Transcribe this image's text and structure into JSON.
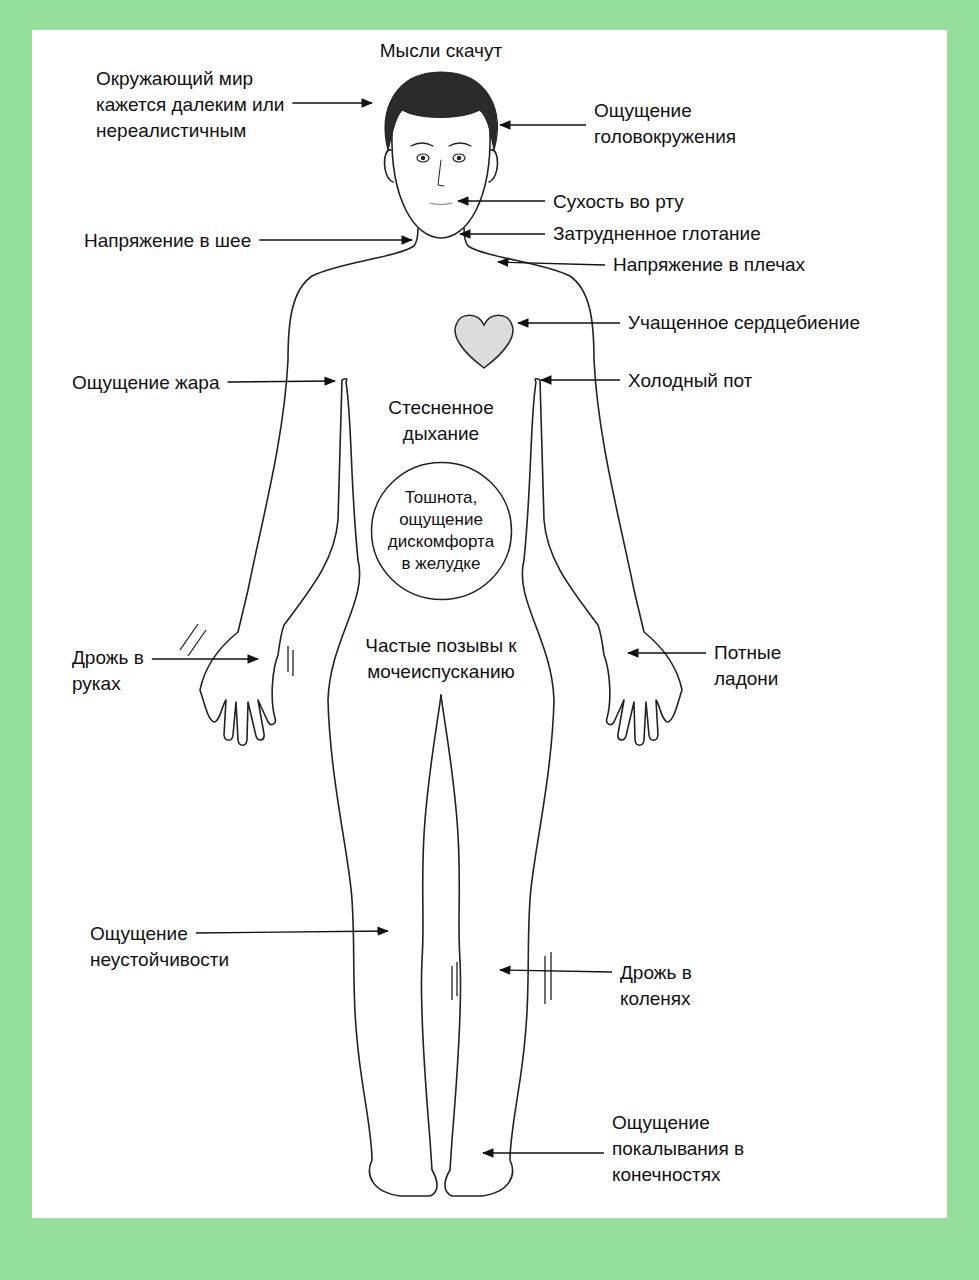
{
  "diagram": {
    "nodes": [
      {
        "text": [
          "Тошнота, ощущение дискомфорта в желудке"
        ]
      }
    ],
    "labels": [
      "Мысли скачут",
      "Окружающий мир кажется далеким или нереалистичным",
      "Ощущение головокружения",
      "Сухость во рту",
      "Напряжение в шее",
      "Затрудненное глотание",
      "Напряжение в плечах",
      "Учащенное сердцебиение",
      "Ощущение жара",
      "Холодный пот",
      "Стесненное дыхание",
      "Дрожь в руках",
      "Частые позывы к мочеиспусканию",
      "Потные ладони",
      "Ощущение неустойчивости",
      "Дрожь в коленях",
      "Ощущение покалывания в конечностях"
    ]
  }
}
